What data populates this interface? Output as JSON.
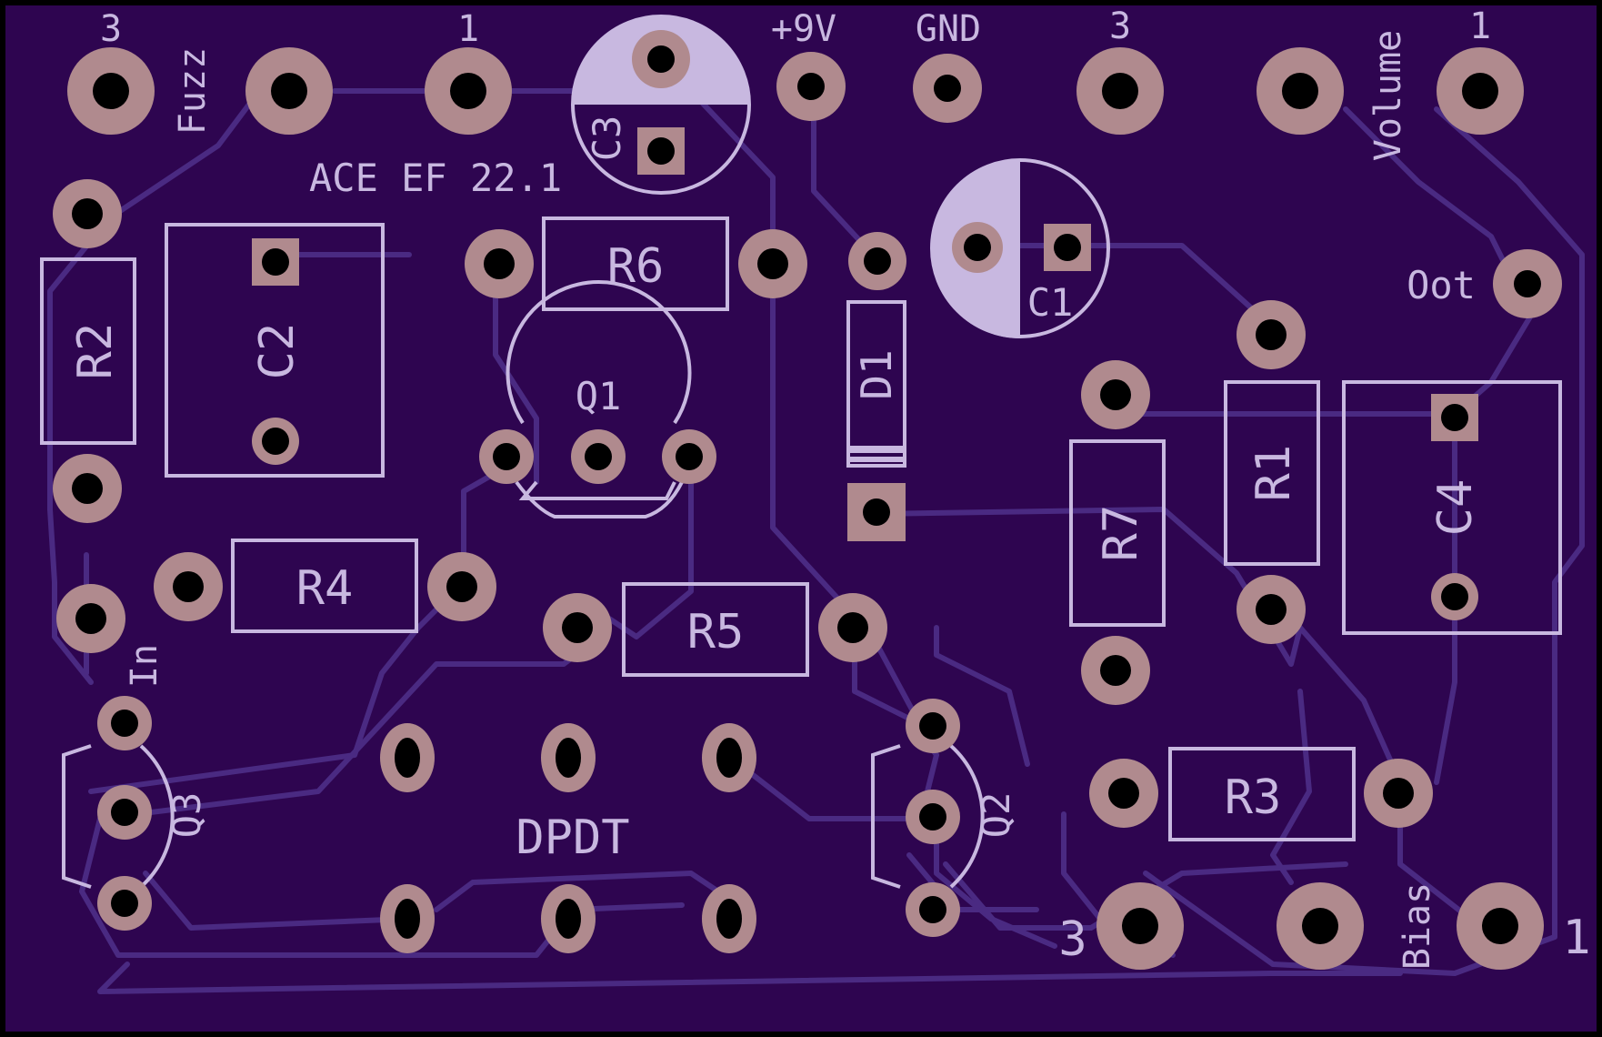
{
  "board": {
    "title": "ACE EF 22.1",
    "colors": {
      "substrate": "#2e0550",
      "silkscreen": "#c8b8e0",
      "copper": "#b08a8e",
      "trace": "#4a2a82",
      "edge": "#000000"
    }
  },
  "components": {
    "r1": "R1",
    "r2": "R2",
    "r3": "R3",
    "r4": "R4",
    "r5": "R5",
    "r6": "R6",
    "r7": "R7",
    "c1": "C1",
    "c2": "C2",
    "c3": "C3",
    "c4": "C4",
    "d1": "D1",
    "q1": "Q1",
    "q2": "Q2",
    "q3": "Q3"
  },
  "labels": {
    "fuzz": "Fuzz",
    "fuzz_pin3": "3",
    "fuzz_pin1": "1",
    "volume": "Volume",
    "volume_pin3": "3",
    "volume_pin1": "1",
    "bias": "Bias",
    "bias_pin3": "3",
    "bias_pin1": "1",
    "power": "+9V",
    "ground": "GND",
    "output": "Oot",
    "input": "In",
    "switch": "DPDT"
  }
}
